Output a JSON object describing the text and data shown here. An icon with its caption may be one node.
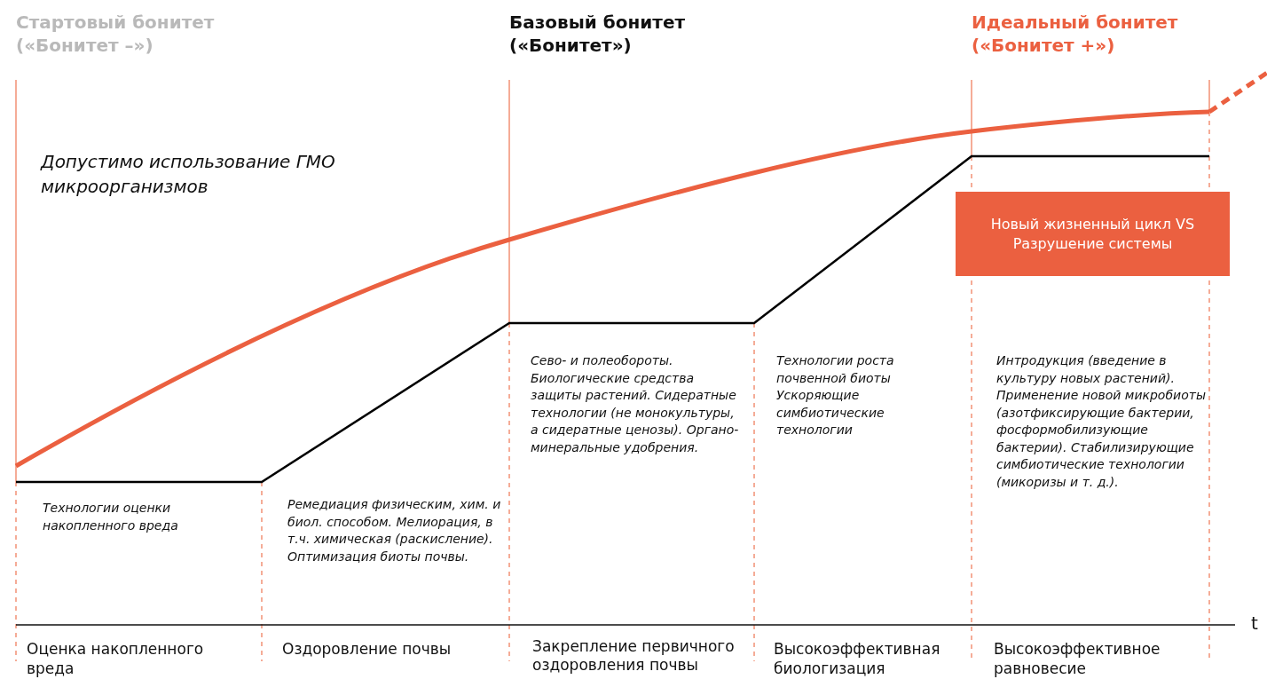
{
  "diagram": {
    "nodes": [
      {
        "text": [
          "Новый жизненный цикл VS Разрушение системы"
        ]
      }
    ],
    "labels": [
      "Стартовый бонитет («Бонитет –»)",
      "Базовый бонитет («Бонитет»)",
      "Идеальный бонитет («Бонитет +»)",
      "Допустимо использование ГМО микроорганизмов",
      "Технологии оценки накопленного вреда",
      "Ремедиация физическим, хим. и биол. способом. Мелиорация, в т.ч. химическая (раскисление). Оптимизация биоты почвы.",
      "Сево- и полеобороты. Биологические средства защиты растений. Сидератные технологии (не монокультуры, а сидератные ценозы). Органо-минеральные удобрения.",
      "Технологии роста почвенной биоты Ускоряющие симбиотические технологии",
      "Интродукция (введение в культуру новых растений). Применение новой микробиоты (азотфиксирующие бактерии, фосформобилизующие бактерии). Стабилизирующие симбиотические технологии (микоризы и т. д.).",
      "Оценка накопленного вреда",
      "Оздоровление почвы",
      "Закрепление первичного оздоровления почвы",
      "Высокоэффективная биологизация",
      "Высокоэффективное равновесие",
      "t"
    ]
  }
}
